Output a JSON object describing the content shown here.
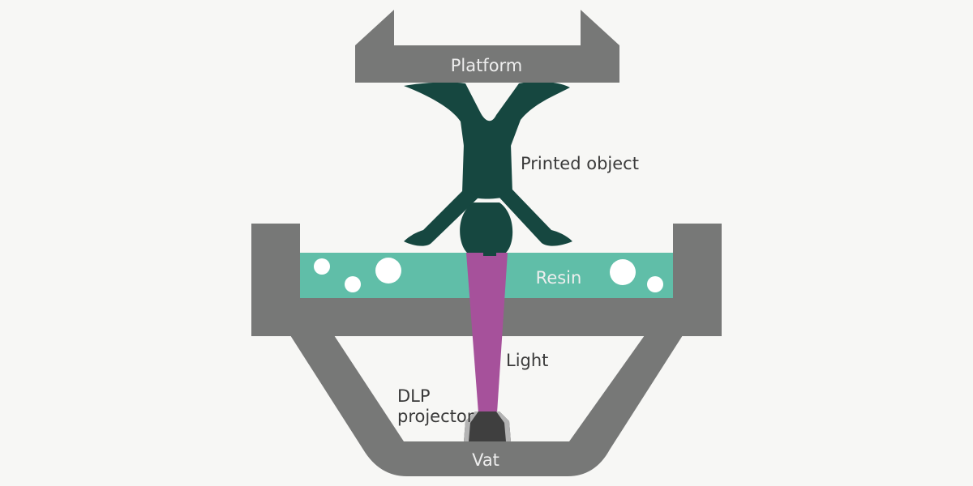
{
  "diagram": {
    "labels": {
      "platform": "Platform",
      "printed_object": "Printed object",
      "resin": "Resin",
      "light": "Light",
      "projector_line1": "DLP",
      "projector_line2": "projector",
      "vat": "Vat"
    },
    "colors": {
      "background": "#f7f7f5",
      "frame_gray": "#777877",
      "object_green": "#164740",
      "resin_teal": "#60bea8",
      "light_magenta": "#a6519b",
      "bubble_white": "#ffffff",
      "projector_dark": "#3f3f3f",
      "projector_edge": "#b3b3b3",
      "label_dark": "#3a3a3a",
      "label_light": "#eeeeee"
    }
  }
}
